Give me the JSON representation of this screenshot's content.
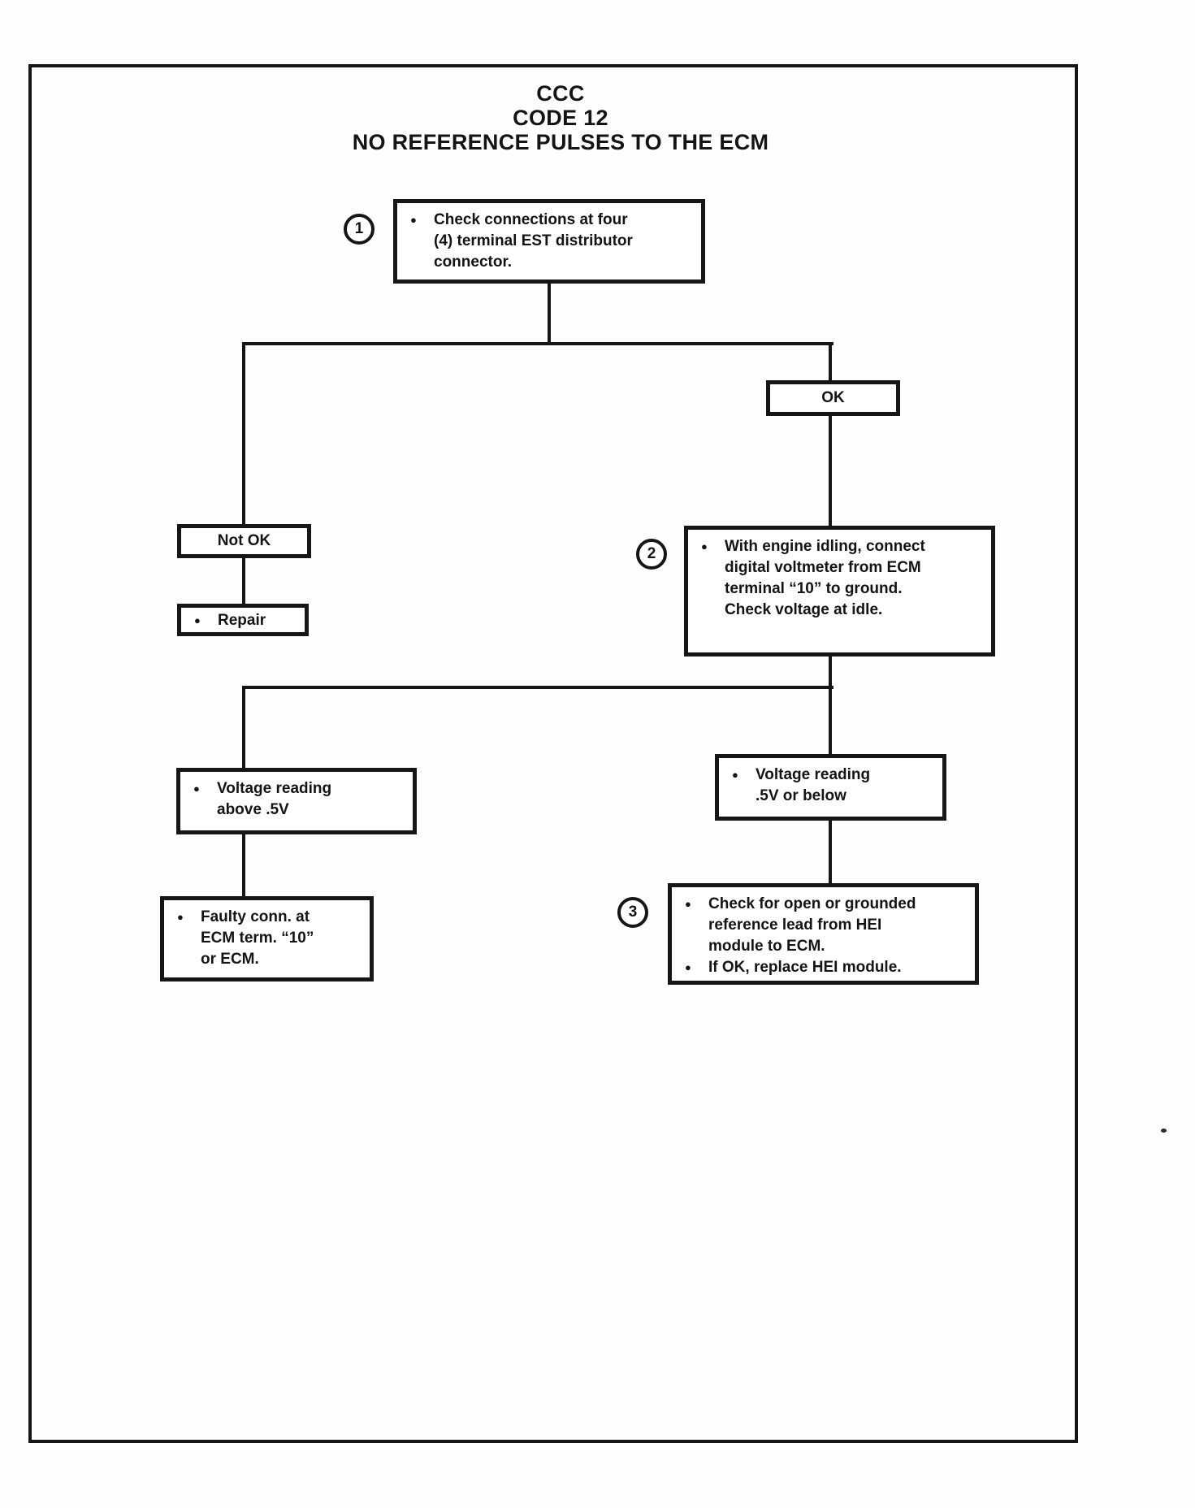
{
  "title": {
    "line1": "CCC",
    "line2": "CODE 12",
    "line3": "NO REFERENCE PULSES TO THE ECM"
  },
  "icons": {
    "bullet": "●"
  },
  "nodes": {
    "step1": {
      "number": "1",
      "text": "Check connections at four\n(4) terminal EST distributor\nconnector."
    },
    "ok": {
      "label": "OK"
    },
    "not_ok": {
      "label": "Not OK"
    },
    "repair": {
      "text": "Repair"
    },
    "step2": {
      "number": "2",
      "text": "With engine idling, connect\ndigital voltmeter from ECM\nterminal “10” to ground.\nCheck voltage at idle."
    },
    "voltage_above": {
      "text": "Voltage reading\nabove .5V"
    },
    "voltage_below": {
      "text": "Voltage reading\n.5V or below"
    },
    "faulty_conn": {
      "text": "Faulty conn. at\nECM term. “10”\nor ECM."
    },
    "step3": {
      "number": "3",
      "bullet1": "Check for open or grounded\nreference lead from HEI\nmodule to ECM.",
      "bullet2": "If OK, replace HEI module."
    }
  }
}
